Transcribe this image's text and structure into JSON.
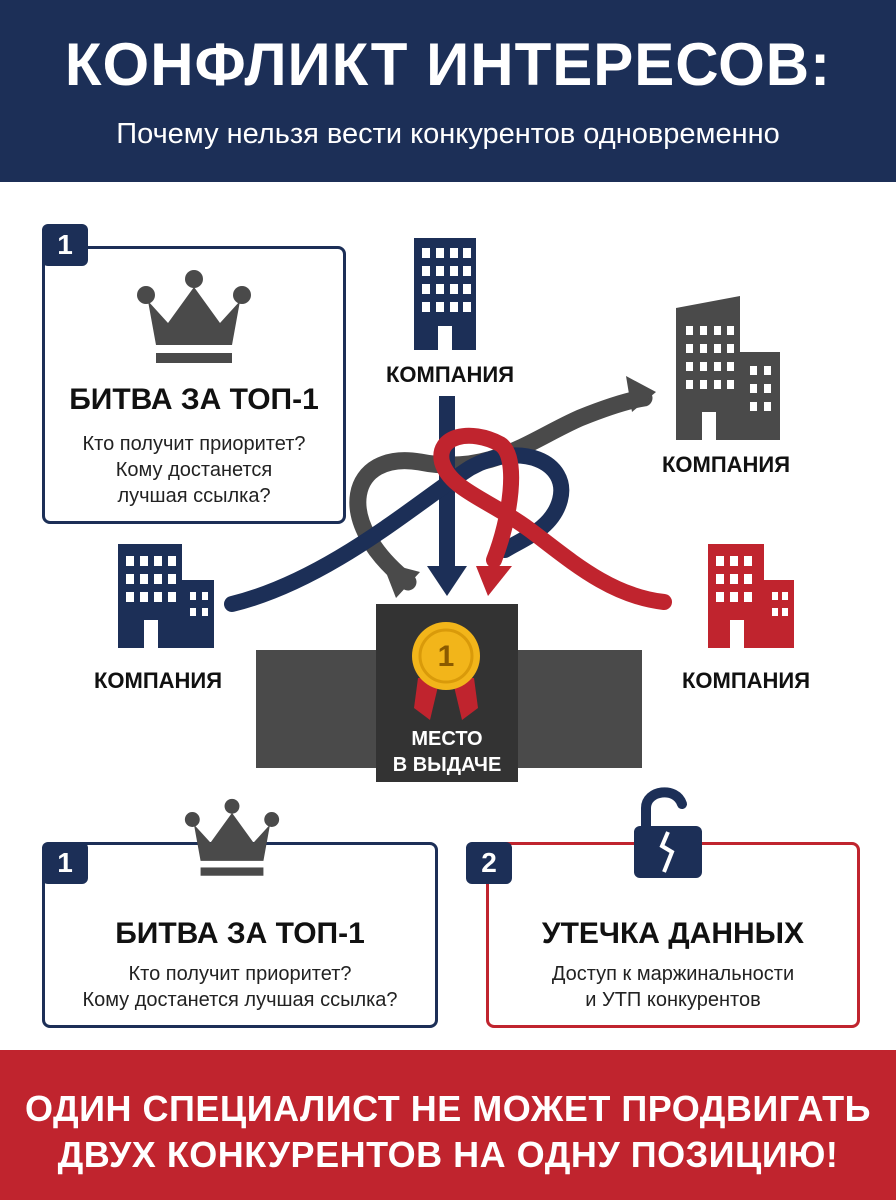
{
  "header": {
    "title": "КОНФЛИКТ ИНТЕРЕСОВ:",
    "subtitle": "Почему нельзя вести конкурентов одновременно"
  },
  "top_card": {
    "badge": "1",
    "title": "БИТВА ЗА ТОП-1",
    "text_lines": [
      "Кто получит приоритет?",
      "Кому достанется",
      "лучшая ссылка?"
    ],
    "icon": "crown-icon"
  },
  "companies": {
    "top": "КОМПАНИЯ",
    "right_upper": "КОМПАНИЯ",
    "left": "КОМПАНИЯ",
    "right_lower": "КОМПАНИЯ"
  },
  "podium": {
    "medal_number": "1",
    "line1": "МЕСТО",
    "line2": "В ВЫДАЧЕ"
  },
  "bottom_left_card": {
    "badge": "1",
    "title": "БИТВА ЗА ТОП-1",
    "text_lines": [
      "Кто получит приоритет?",
      "Кому достанется лучшая ссылка?"
    ],
    "icon": "crown-icon"
  },
  "bottom_right_card": {
    "badge": "2",
    "title": "УТЕЧКА ДАННЫХ",
    "text_lines": [
      "Доступ к маржинальности",
      "и УТП конкурентов"
    ],
    "icon": "broken-lock-icon"
  },
  "footer": {
    "line1": "ОДИН СПЕЦИАЛИСТ НЕ МОЖЕТ ПРОДВИГАТЬ",
    "line2": "ДВУХ КОНКУРЕНТОВ НА ОДНУ ПОЗИЦИЮ!"
  },
  "colors": {
    "navy": "#1c2f57",
    "red": "#c0242e",
    "gray": "#4a4a4a",
    "gold": "#f2b51a"
  }
}
